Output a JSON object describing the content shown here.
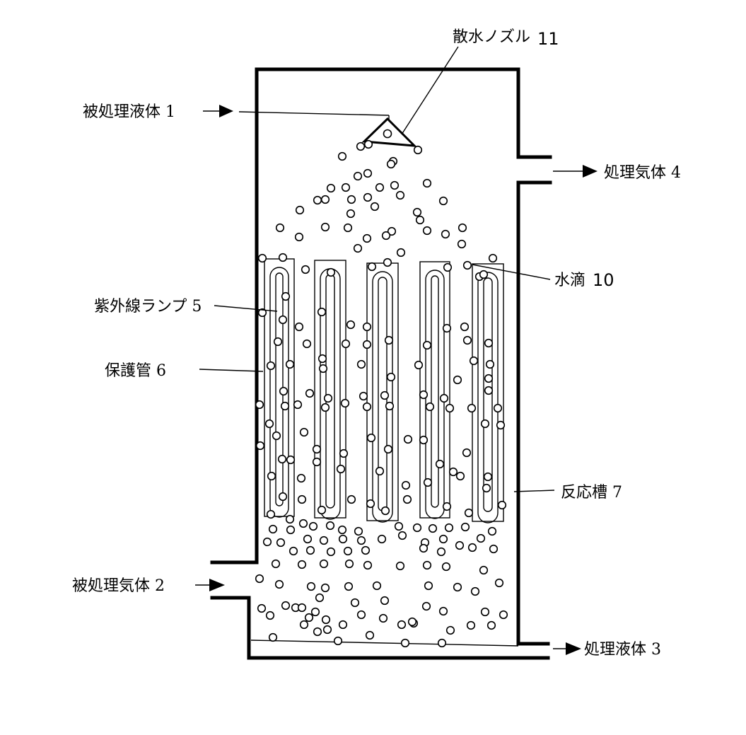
{
  "labels": {
    "liquid_in": "被処理液体 1",
    "gas_out": "処理気体 4",
    "gas_in": "被処理気体 2",
    "liquid_out": "処理液体 3",
    "nozzle": "散水ノズル",
    "nozzle_num": "11",
    "droplet": "水滴",
    "droplet_num": "10",
    "uv_lamp": "紫外線ランプ 5",
    "protect_tube": "保護管 6",
    "reactor": "反応槽 7"
  },
  "colors": {
    "ink": "#000000",
    "paper": "#ffffff"
  },
  "lamp_count": 5
}
